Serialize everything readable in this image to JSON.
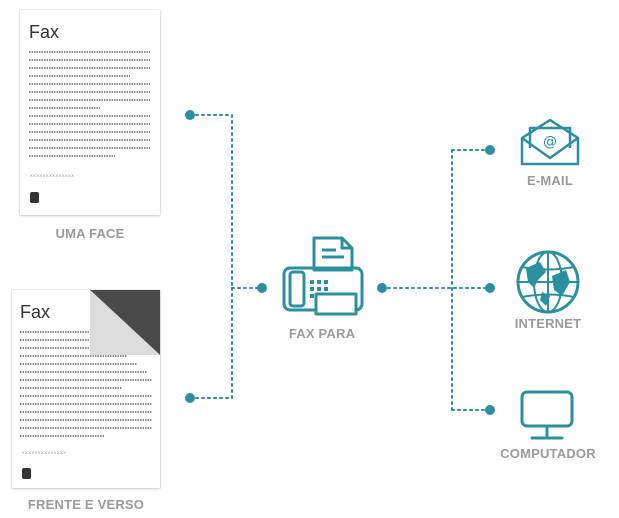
{
  "documents": {
    "single": {
      "title": "Fax",
      "signature": "XXXXXXXXXXXXXX",
      "label": "UMA FACE"
    },
    "double": {
      "title": "Fax",
      "signature": "XXXXXXXXXXXXXX",
      "label": "FRENTE E VERSO"
    }
  },
  "center": {
    "label": "FAX PARA",
    "icon": "fax-machine-icon"
  },
  "destinations": [
    {
      "label": "E-MAIL",
      "icon": "envelope-email-icon"
    },
    {
      "label": "INTERNET",
      "icon": "globe-icon"
    },
    {
      "label": "COMPUTADOR",
      "icon": "monitor-icon"
    }
  ],
  "colors": {
    "accent": "#2a8fa0",
    "label_gray": "#9a9a9a",
    "page_dark_corner": "#4a4a4a"
  }
}
